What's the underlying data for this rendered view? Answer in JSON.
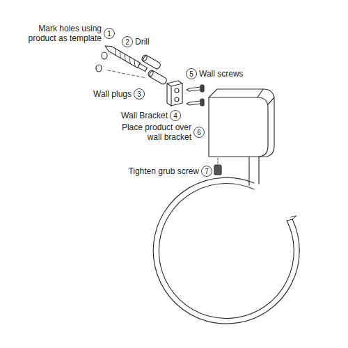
{
  "diagram": {
    "nodes": [
      {
        "text": [
          "Mark holes using product as template",
          "1"
        ]
      },
      {
        "text": [
          "2",
          "Drill"
        ]
      },
      {
        "text": [
          "Wall plugs",
          "3"
        ]
      },
      {
        "text": [
          "Wall Bracket",
          "4"
        ]
      },
      {
        "text": [
          "5",
          "Wall screws"
        ]
      },
      {
        "text": [
          "Place product over wall bracket",
          "6"
        ]
      },
      {
        "text": [
          "Tighten grub screw",
          "7"
        ]
      }
    ]
  }
}
